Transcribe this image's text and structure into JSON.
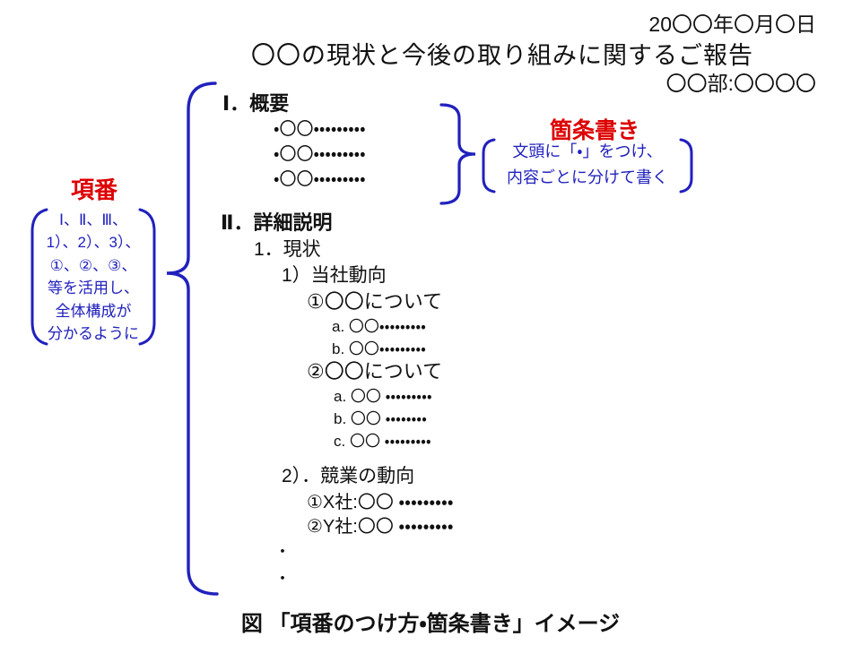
{
  "header": {
    "date": "20〇〇年〇月〇日",
    "title": "〇〇の現状と今後の取り組みに関するご報告",
    "department": "〇〇部:〇〇〇〇"
  },
  "kouban_note": {
    "title": "項番",
    "lines": [
      "Ⅰ、Ⅱ、Ⅲ、",
      "1）、2）、3）、",
      "①、②、③、",
      "等を活用し、",
      "全体構成が",
      "分かるように"
    ]
  },
  "kajougaki_note": {
    "title": "箇条書き",
    "lines": [
      "文頭に「・」をつけ、",
      "内容ごとに分けて書く"
    ]
  },
  "outline": {
    "sec1_heading": "Ⅰ．概要",
    "sec1_bullets": [
      "・〇〇・・・・・・・・・",
      "・〇〇・・・・・・・・・",
      "・〇〇・・・・・・・・・"
    ],
    "sec2_heading": "Ⅱ．詳細説明",
    "sec2_item1": "1．現状",
    "sub1": "1）当社動向",
    "sub1_circle1": "①〇〇について",
    "sub1_c1_a": "a. 〇〇・・・・・・・・・",
    "sub1_c1_b": "b. 〇〇・・・・・・・・・",
    "sub1_circle2": "②〇〇について",
    "sub1_c2_a": "a. 〇〇 ・・・・・・・・・",
    "sub1_c2_b": "b. 〇〇 ・・・・・・・・",
    "sub1_c2_c": "c. 〇〇 ・・・・・・・・・",
    "sub2": "2）．競業の動向",
    "sub2_circle1": "①X社:〇〇 ・・・・・・・・・",
    "sub2_circle2": "②Y社:〇〇 ・・・・・・・・・",
    "ellipsis1": "・",
    "ellipsis2": "・"
  },
  "caption": "図 「項番のつけ方・箇条書き」イメージ",
  "colors": {
    "accent_red": "#dd0000",
    "accent_blue": "#2121bd",
    "text": "#111111",
    "background": "#ffffff"
  }
}
